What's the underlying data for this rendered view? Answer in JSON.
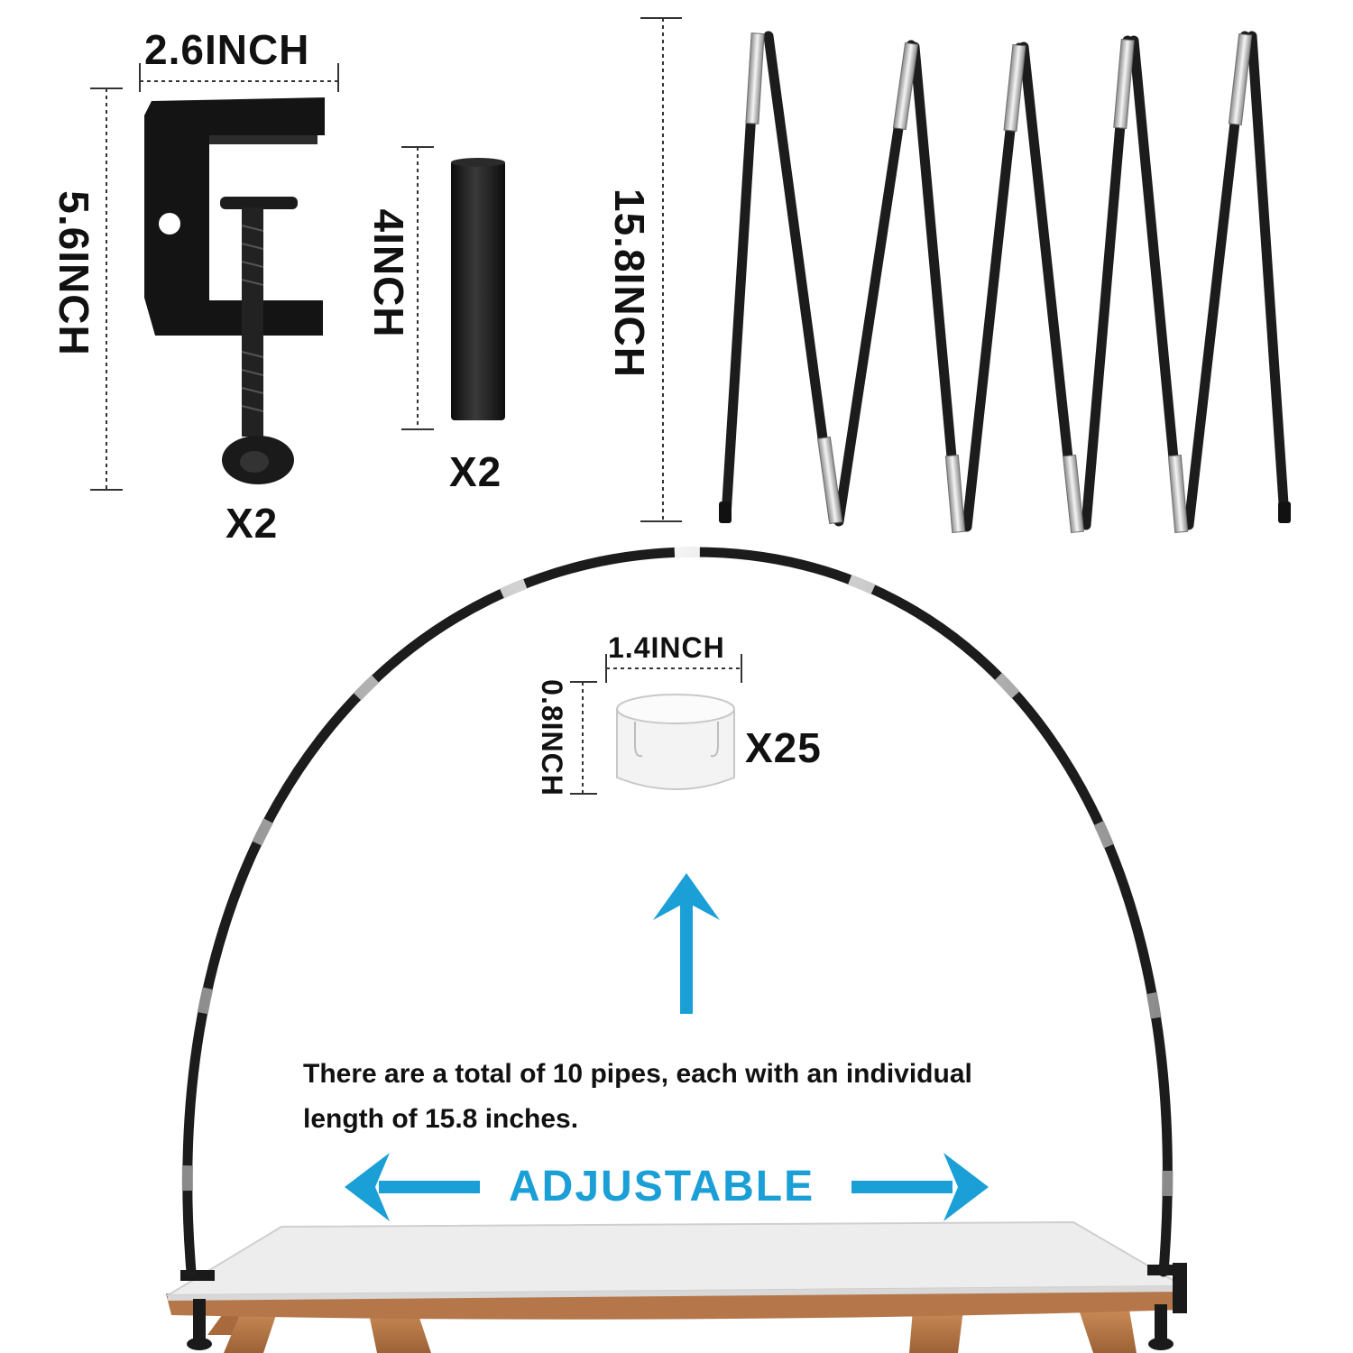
{
  "dimensions": {
    "clamp_width": "2.6INCH",
    "clamp_height": "5.6INCH",
    "sleeve_length": "4INCH",
    "pole_length": "15.8INCH",
    "clip_width": "1.4INCH",
    "clip_height": "0.8INCH"
  },
  "quantities": {
    "clamp": "X2",
    "sleeve": "X2",
    "clip": "X25"
  },
  "description": "There are a total of 10 pipes, each with an individual length of 15.8 inches.",
  "adjustable_label": "ADJUSTABLE",
  "colors": {
    "accent": "#1a9fd6",
    "pole": "#1c1c1c",
    "metal": "#c9c9c9",
    "wood": "#b9794a",
    "board": "#f1f1f1"
  },
  "icons": [
    "c-clamp-icon",
    "sleeve-tube-icon",
    "folded-pole-icon",
    "clip-ring-icon",
    "arrow-up-icon",
    "arrow-left-icon",
    "arrow-right-icon",
    "table-icon"
  ]
}
